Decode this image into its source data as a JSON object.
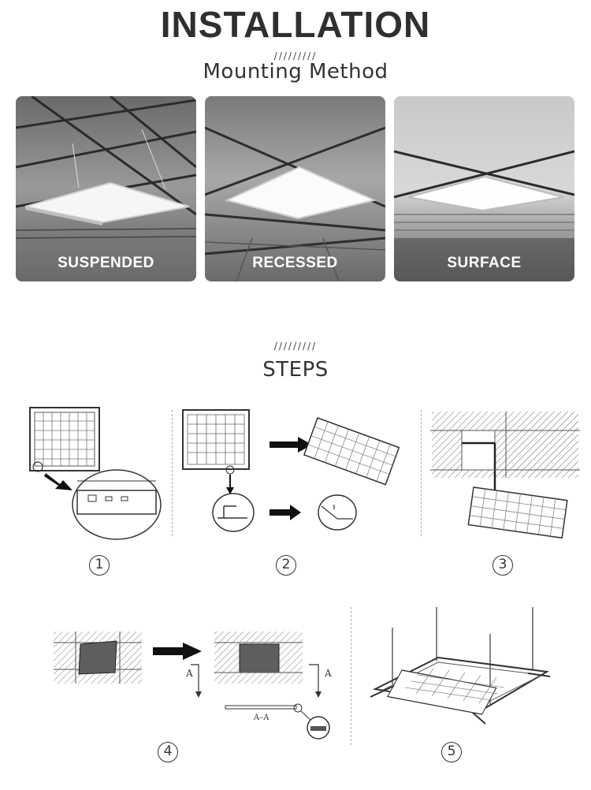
{
  "header": {
    "title": "INSTALLATION",
    "slashes": "/////////",
    "subtitle": "Mounting Method"
  },
  "methods": [
    {
      "label": "SUSPENDED"
    },
    {
      "label": "RECESSED"
    },
    {
      "label": "SURFACE"
    }
  ],
  "steps_section": {
    "slashes": "/////////",
    "title": "STEPS"
  },
  "steps": [
    {
      "number": "1"
    },
    {
      "number": "2"
    },
    {
      "number": "3"
    },
    {
      "number": "4"
    },
    {
      "number": "5"
    }
  ],
  "step4_labels": {
    "section_left": "A",
    "section_right": "A",
    "section_cut": "A–A"
  },
  "colors": {
    "title": "#2f2f2f",
    "card_dark": "#555555",
    "card_light": "#bdbdbd",
    "panel_glow": "#ffffff"
  }
}
